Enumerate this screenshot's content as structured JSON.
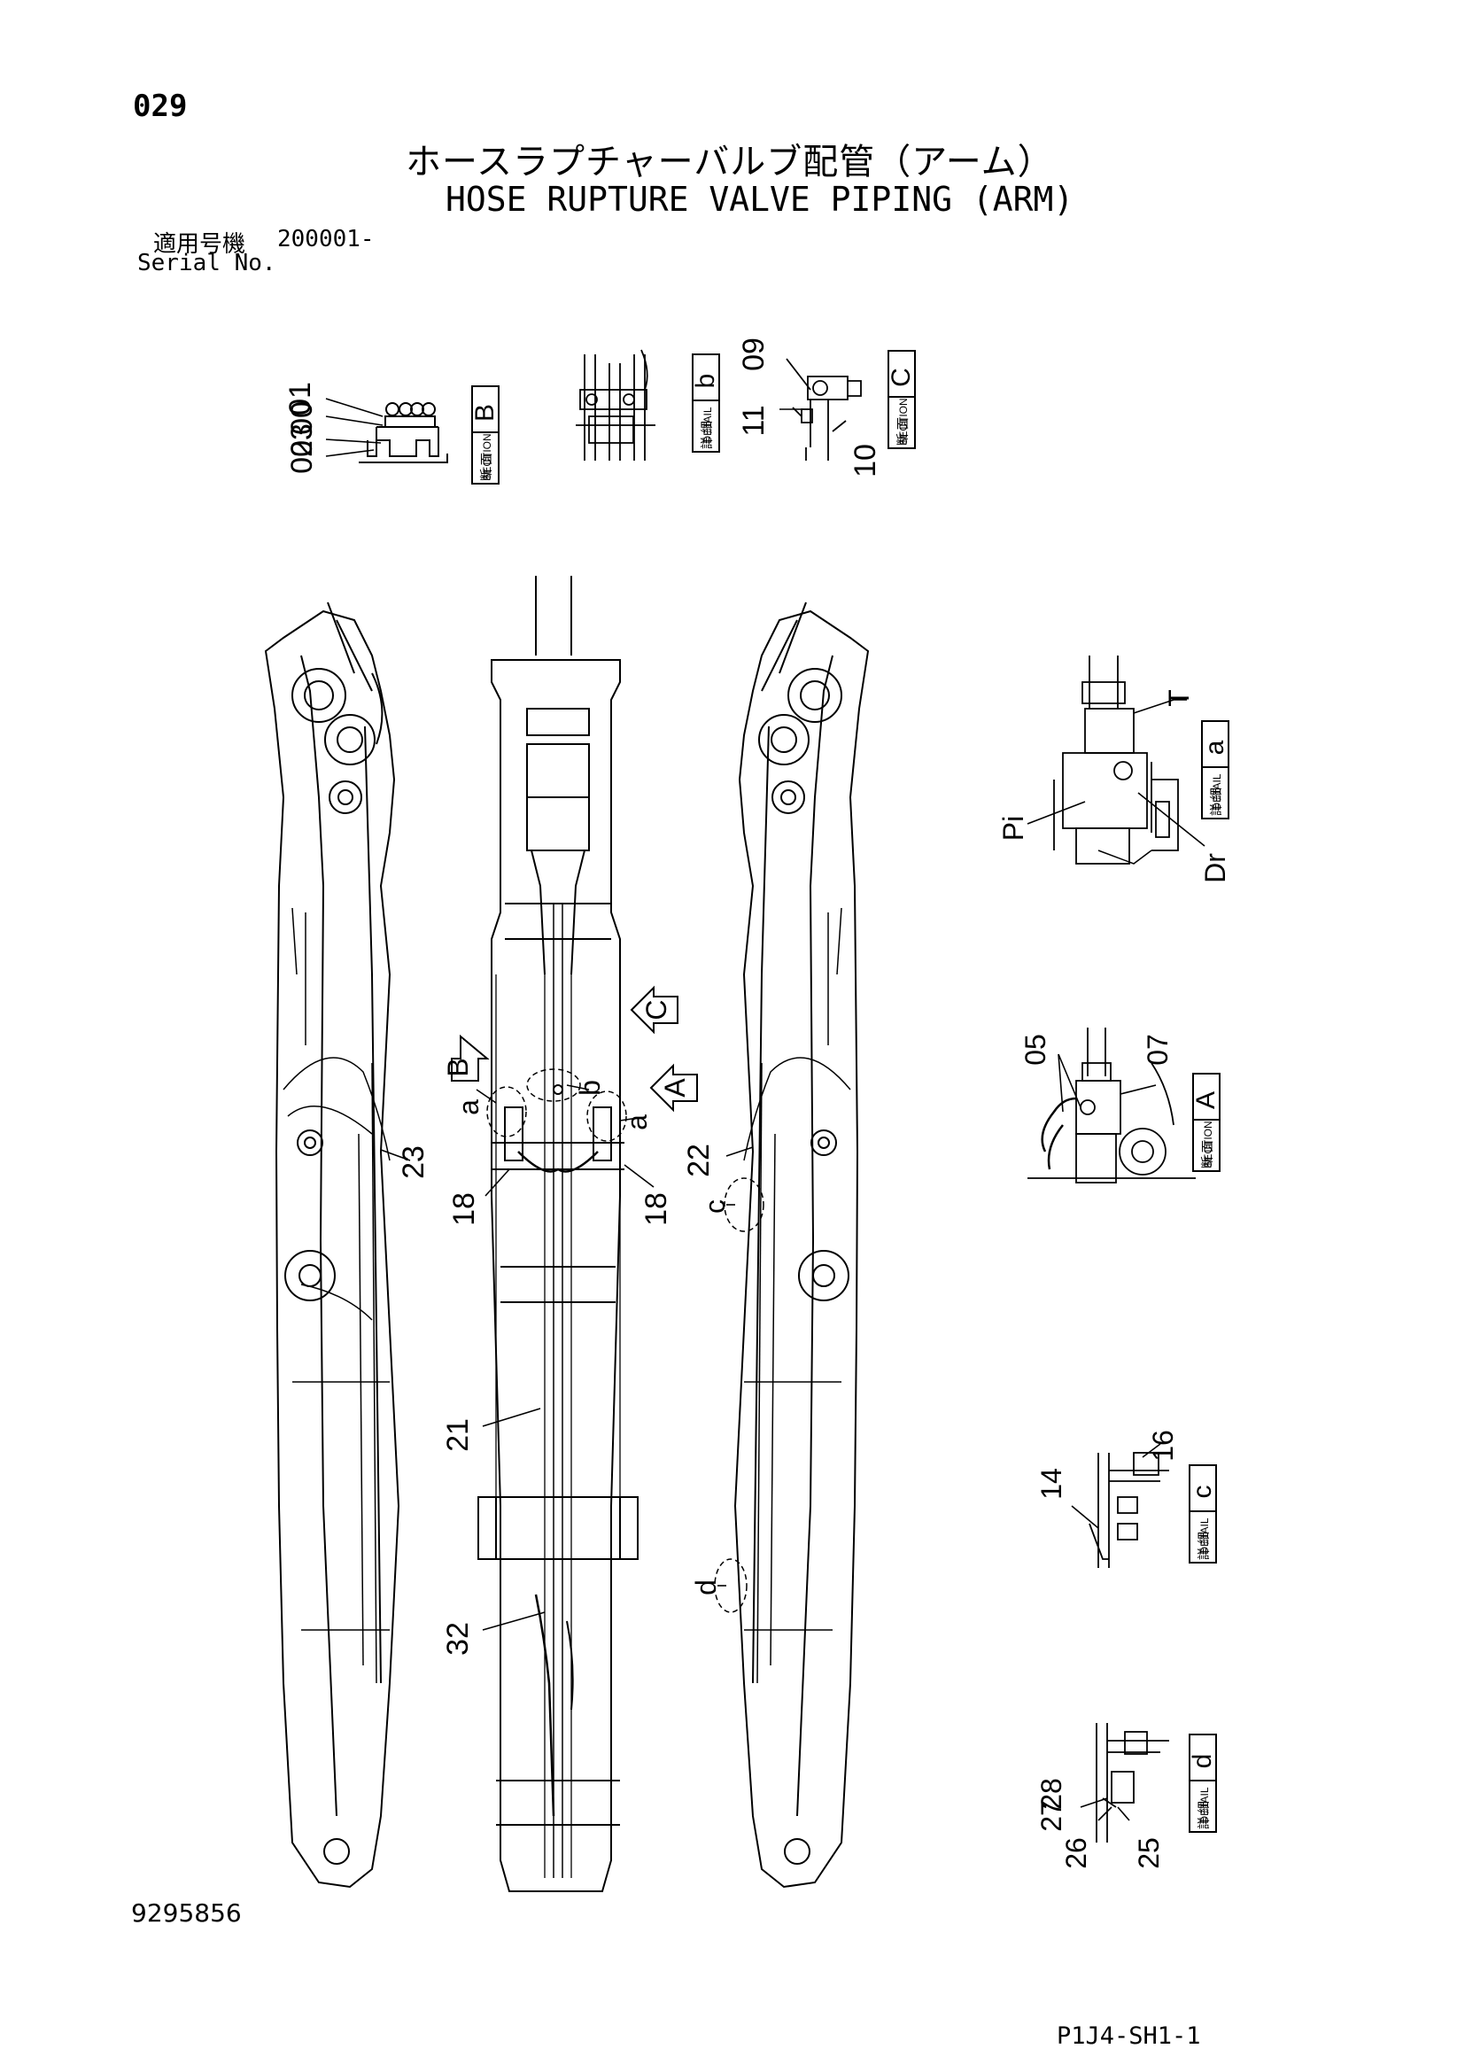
{
  "page_number": "029",
  "title_jp": "ホースラプチャーバルブ配管（アーム）",
  "title_en": "HOSE RUPTURE VALVE PIPING (ARM)",
  "serial": {
    "label_jp": "適用号機",
    "label_en": "Serial No.",
    "value": "200001-"
  },
  "drawing_number": "9295856",
  "sheet_code": "P1J4-SH1-1",
  "view_badges": {
    "section": {
      "jp": "断 面",
      "en": "SECTION"
    },
    "detail": {
      "jp": "詳 細",
      "en": "DETAIL"
    }
  },
  "views": {
    "B": {
      "letter": "B",
      "kind": "section",
      "callouts": [
        "01",
        "00",
        "03",
        "02"
      ]
    },
    "b": {
      "letter": "b",
      "kind": "detail",
      "callouts": []
    },
    "C": {
      "letter": "C",
      "kind": "section",
      "callouts": [
        "09",
        "11",
        "10"
      ]
    },
    "a": {
      "letter": "a",
      "kind": "detail",
      "callouts": [
        "T",
        "Pi",
        "Dr"
      ]
    },
    "A": {
      "letter": "A",
      "kind": "section",
      "callouts": [
        "05",
        "07"
      ]
    },
    "c": {
      "letter": "c",
      "kind": "detail",
      "callouts": [
        "14",
        "16"
      ]
    },
    "d": {
      "letter": "d",
      "kind": "detail",
      "callouts": [
        "28",
        "27",
        "26",
        "25"
      ]
    }
  },
  "main_callouts": [
    "23",
    "22",
    "18",
    "18",
    "21",
    "32"
  ],
  "view_markers": [
    "B",
    "C",
    "A",
    "a",
    "a",
    "b",
    "c",
    "d"
  ]
}
